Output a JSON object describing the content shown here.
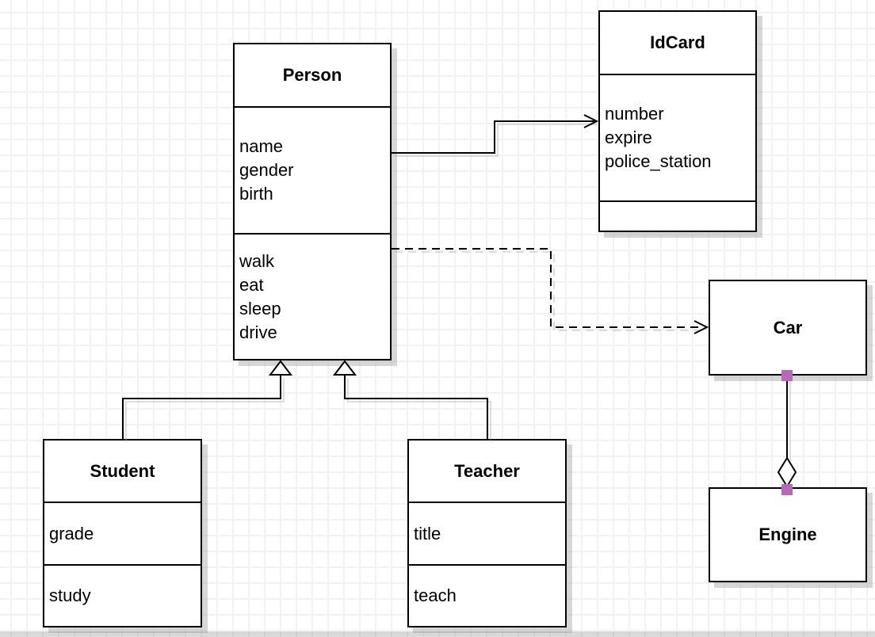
{
  "diagram": {
    "type": "uml-class-diagram",
    "grid_size": 20,
    "background": "#ffffff",
    "grid_line_color": "#f2f2f4"
  },
  "colors": {
    "shape_border": "#000000",
    "shape_fill": "#ffffff",
    "text": "#000000",
    "shadow": "rgba(155,155,155,0.40)",
    "endpoint_marker": "#b868b8"
  },
  "classes": [
    {
      "name": "Person",
      "attributes": [
        "name",
        "gender",
        "birth"
      ],
      "methods": [
        "walk",
        "eat",
        "sleep",
        "drive"
      ]
    },
    {
      "name": "IdCard",
      "attributes": [
        "number",
        "expire",
        "police_station"
      ],
      "methods": []
    },
    {
      "name": "Car",
      "attributes": [],
      "methods": []
    },
    {
      "name": "Engine",
      "attributes": [],
      "methods": []
    },
    {
      "name": "Student",
      "attributes": [
        "grade"
      ],
      "methods": [
        "study"
      ]
    },
    {
      "name": "Teacher",
      "attributes": [
        "title"
      ],
      "methods": [
        "teach"
      ]
    }
  ],
  "relationships": [
    {
      "from": "Person",
      "to": "IdCard",
      "type": "directed-association",
      "line": "solid",
      "arrow": "open"
    },
    {
      "from": "Person",
      "to": "Car",
      "type": "dependency",
      "line": "dashed",
      "arrow": "open"
    },
    {
      "from": "Student",
      "to": "Person",
      "type": "generalization",
      "line": "solid",
      "arrow": "hollow-triangle"
    },
    {
      "from": "Teacher",
      "to": "Person",
      "type": "generalization",
      "line": "solid",
      "arrow": "hollow-triangle"
    },
    {
      "from": "Car",
      "to": "Engine",
      "type": "aggregation",
      "line": "solid",
      "arrow": "hollow-diamond",
      "endpoints": "purple-squares"
    }
  ]
}
